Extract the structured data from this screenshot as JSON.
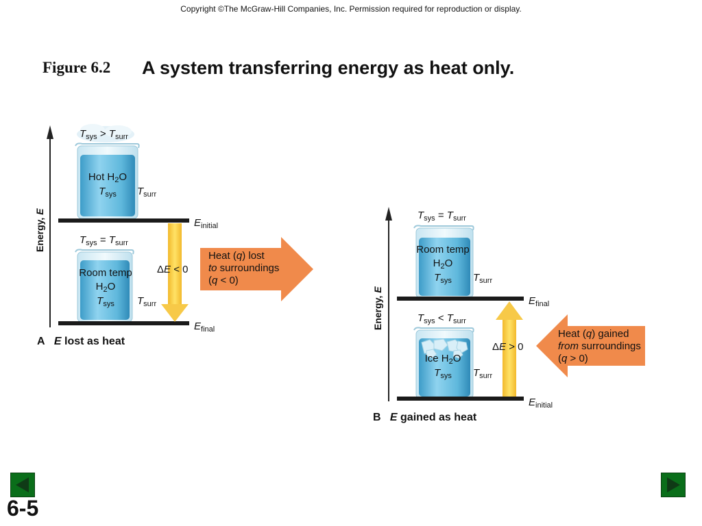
{
  "header": {
    "copyright": "Copyright ©The McGraw-Hill Companies, Inc.  Permission required for reproduction or display."
  },
  "figure": {
    "label": "Figure 6.2",
    "title": "A system transferring energy as heat only."
  },
  "colors": {
    "water": "#5fb8dc",
    "arrow_orange": "#f08a4b",
    "delta_arrow": "#f7c948",
    "level_line": "#1a1a1a",
    "nav_green": "#0a6e1a"
  },
  "panel_a": {
    "axis_label": "Energy, ",
    "axis_label_var": "E",
    "caption_letter": "A",
    "caption_var": "E",
    "caption_text": " lost as heat",
    "top_beaker": {
      "condition": {
        "t1": "T",
        "s1": "sys",
        "op": " > ",
        "t2": "T",
        "s2": "surr"
      },
      "line1_pre": "Hot H",
      "line1_sub": "2",
      "line1_post": "O",
      "tsys_t": "T",
      "tsys_s": "sys",
      "tsurr_t": "T",
      "tsurr_s": "surr"
    },
    "bottom_beaker": {
      "condition": {
        "t1": "T",
        "s1": "sys",
        "op": " = ",
        "t2": "T",
        "s2": "surr"
      },
      "line1": "Room temp",
      "line2_pre": "H",
      "line2_sub": "2",
      "line2_post": "O",
      "tsys_t": "T",
      "tsys_s": "sys",
      "tsurr_t": "T",
      "tsurr_s": "surr"
    },
    "level_top": {
      "E": "E",
      "sub": "initial"
    },
    "level_bottom": {
      "E": "E",
      "sub": "final"
    },
    "delta": {
      "pre": "Δ",
      "E": "E",
      "post": " < 0"
    },
    "heat_arrow": {
      "line1_pre": "Heat (",
      "line1_q": "q",
      "line1_post": ") lost",
      "line2_it": "to",
      "line2_post": " surroundings",
      "line3_pre": "(",
      "line3_q": "q",
      "line3_post": " < 0)"
    }
  },
  "panel_b": {
    "axis_label": "Energy, ",
    "axis_label_var": "E",
    "caption_letter": "B",
    "caption_var": "E",
    "caption_text": " gained as heat",
    "top_beaker": {
      "condition": {
        "t1": "T",
        "s1": "sys",
        "op": " = ",
        "t2": "T",
        "s2": "surr"
      },
      "line1": "Room temp",
      "line2_pre": "H",
      "line2_sub": "2",
      "line2_post": "O",
      "tsys_t": "T",
      "tsys_s": "sys",
      "tsurr_t": "T",
      "tsurr_s": "surr"
    },
    "bottom_beaker": {
      "condition": {
        "t1": "T",
        "s1": "sys",
        "op": " < ",
        "t2": "T",
        "s2": "surr"
      },
      "line1_pre": "Ice H",
      "line1_sub": "2",
      "line1_post": "O",
      "tsys_t": "T",
      "tsys_s": "sys",
      "tsurr_t": "T",
      "tsurr_s": "surr"
    },
    "level_top": {
      "E": "E",
      "sub": "final"
    },
    "level_bottom": {
      "E": "E",
      "sub": "initial"
    },
    "delta": {
      "pre": "Δ",
      "E": "E",
      "post": " > 0"
    },
    "heat_arrow": {
      "line1_pre": "Heat (",
      "line1_q": "q",
      "line1_post": ") gained",
      "line2_it": "from",
      "line2_post": " surroundings",
      "line3_pre": "(",
      "line3_q": "q",
      "line3_post": " > 0)"
    }
  },
  "footer": {
    "slide_number": "6-5",
    "prev_icon": "triangle-left-icon",
    "next_icon": "triangle-right-icon"
  }
}
